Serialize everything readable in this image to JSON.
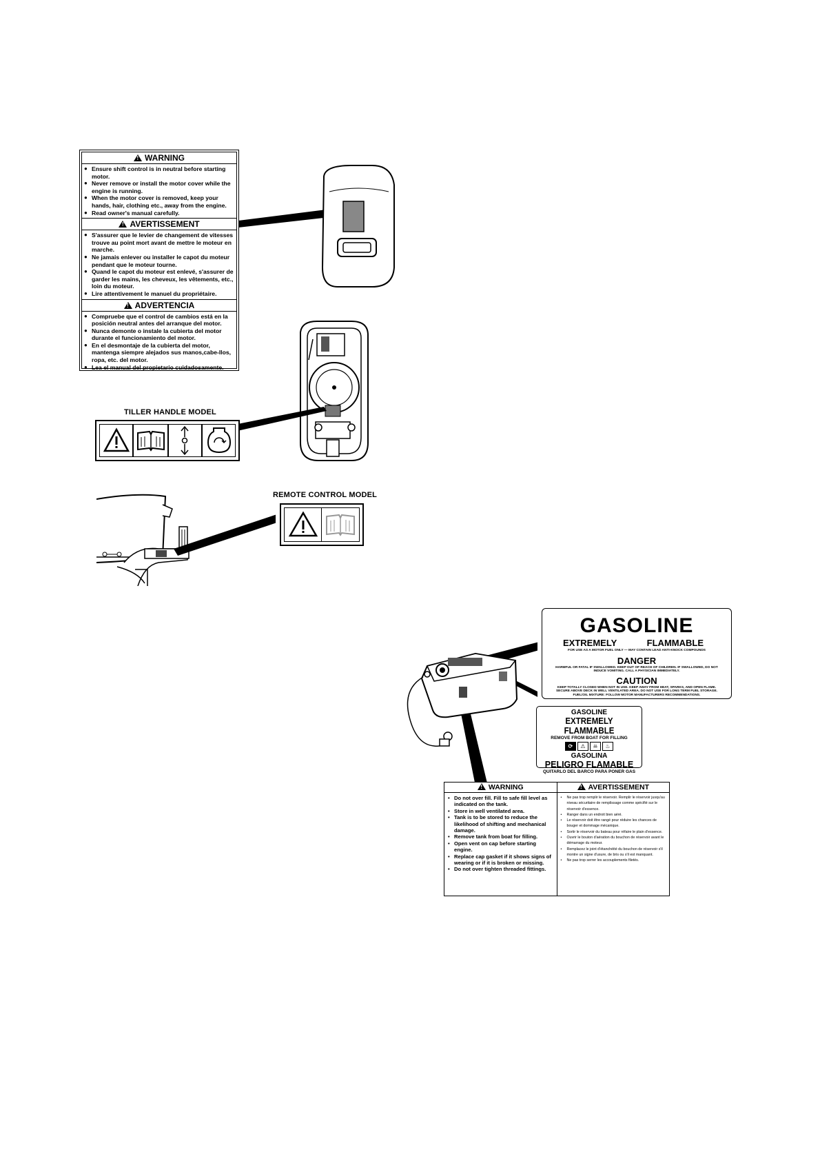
{
  "motor_label": {
    "sections": [
      {
        "title": "WARNING",
        "items": [
          "Ensure shift control is in neutral before starting motor.",
          "Never remove or install the motor cover while the engine is running.",
          "When the motor cover is removed, keep your hands, hair, clothing etc., away from the engine.",
          "Read owner's manual carefully."
        ]
      },
      {
        "title": "AVERTISSEMENT",
        "items": [
          "S'assurer que le levier de changement de vitesses trouve au point mort avant de mettre le moteur en marche.",
          "Ne jamais enlever ou installer le capot du moteur pendant que le moteur tourne.",
          "Quand le capot du moteur est enlevé, s'assurer de garder les mains, les cheveux, les vêtements, etc., loin du moteur.",
          "Lire attentivement le manuel du propriétaire."
        ]
      },
      {
        "title": "ADVERTENCIA",
        "items": [
          "Compruebe que el control de cambios está en la posición neutral antes del arranque del motor.",
          "Nunca demonte o instale la cubierta del motor durante el funcionamiento del motor.",
          "En el desmontaje de la cubierta del motor, mantenga siempre alejados sus manos,cabe-llos, ropa, etc. del motor.",
          "Lea el manual del propietario cuidadosamente."
        ]
      }
    ]
  },
  "tiller": {
    "caption": "TILLER HANDLE MODEL"
  },
  "remote": {
    "caption": "REMOTE CONTROL MODEL"
  },
  "gas_label_1": {
    "title": "GASOLINE",
    "left_word": "EXTREMELY",
    "right_word": "FLAMMABLE",
    "line1": "FOR USE AS A MOTOR FUEL ONLY — MAY CONTAIN LEAD ANTI-KNOCK COMPOUNDS",
    "danger": "DANGER",
    "line2": "HARMFUL OR FATAL IF SWALLOWED. KEEP OUT OF REACH OF CHILDREN. IF SWALLOWED, DO NOT INDUCE VOMITING. CALL A PHYSICIAN IMMEDIATELY.",
    "caution": "CAUTION",
    "line3": "KEEP TOTALLY CLOSED WHEN NOT IN USE. KEEP AWAY FROM HEAT, SPARKS, AND OPEN FLAME. SECURE ABOVE DECK IN WELL VENTILATED AREA. DO NOT USE FOR LONG TERM FUEL STORAGE. FUEL/OIL MIXTURE: FOLLOW MOTOR MANUFACTURERS RECOMMENDATIONS."
  },
  "gas_label_2": {
    "l1": "GASOLINE",
    "l2": "EXTREMELY FLAMMABLE",
    "l3": "REMOVE FROM BOAT FOR FILLING",
    "l4": "GASOLINA",
    "l5": "PELIGRO FLAMABLE",
    "l6": "QUITARLO DEL BARCO PARA PONER GAS"
  },
  "tank_warning": {
    "en_title": "WARNING",
    "en_items": [
      "Do not over fill. Fill to safe fill level as indicated on the tank.",
      "Store in well ventilated area.",
      "Tank is to be stored to reduce the likelihood of shifting and mechanical damage.",
      "Remove tank from boat for filling.",
      "Open vent on cap before starting engine.",
      "Replace cap gasket if it shows signs of wearing or if it is broken or missing.",
      "Do not over tighten threaded fittings."
    ],
    "fr_title": "AVERTISSEMENT",
    "fr_items": [
      "Ne pas trop remplir le réservoir. Remplir le réservoir jusqu'au niveau sécuritaire de remplissage comme spécifié sur le réservoir d'essence.",
      "Ranger dans un endroit bien aéré.",
      "Le réservoir doit être rangé pour réduire les chances de bouger et dommage mécanique.",
      "Sortir le réservoir du bateau pour réfaire le plain d'essence.",
      "Ouvrir le bouton d'aération du bouchon de réservoir avant le démarrage du moteur.",
      "Remplacez le joint d'étanchéité du bouchon de réservoir s'il montre un signe d'usure, de bris ou s'il est manquant.",
      "Ne pas trop serrer les accouplements filetés."
    ]
  }
}
